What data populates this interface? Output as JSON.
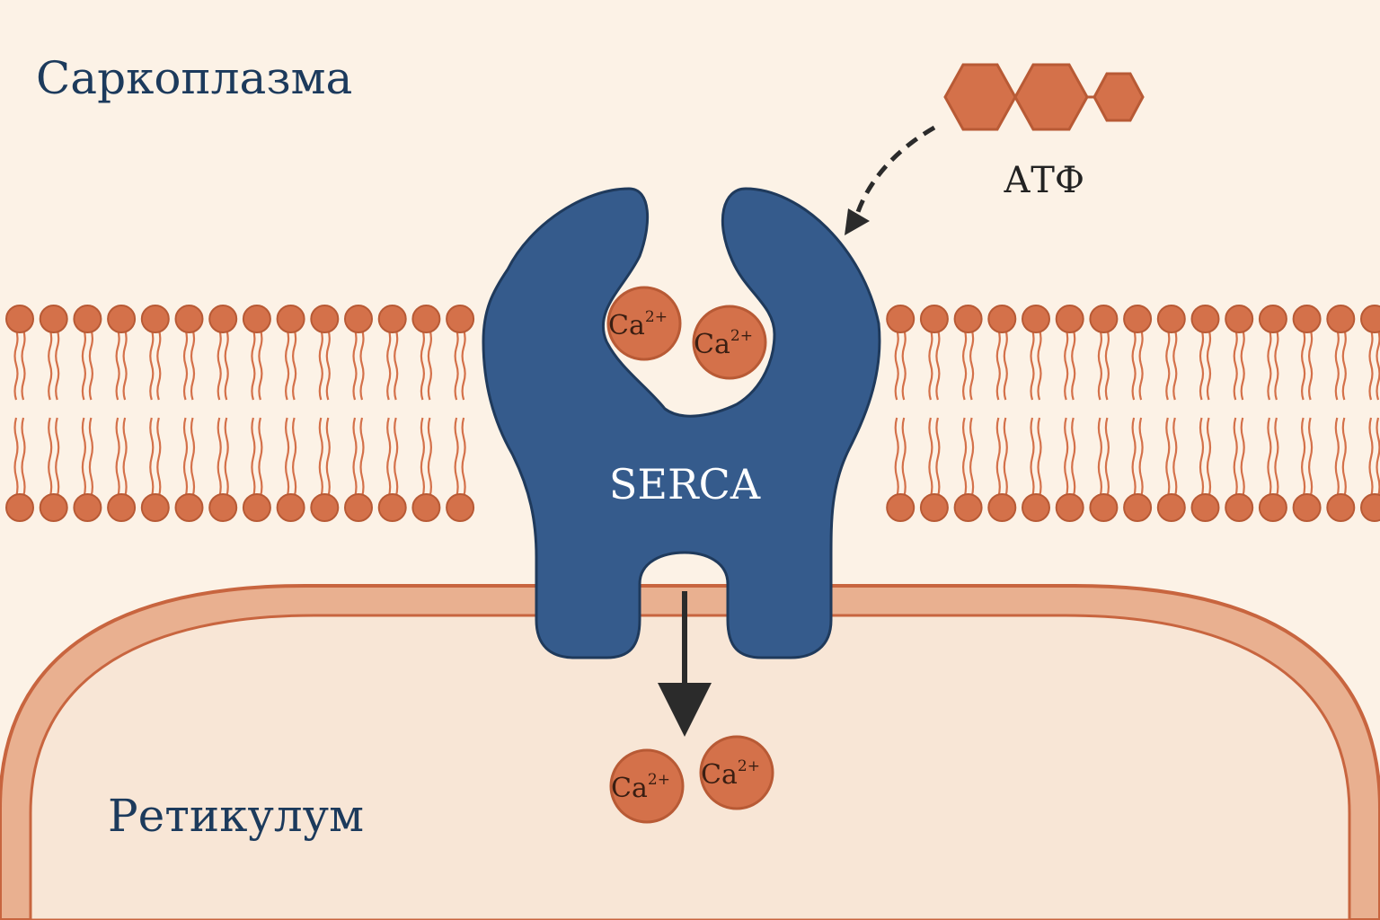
{
  "labels": {
    "sarcoplasm": "Саркоплазма",
    "reticulum": "Ретикулум",
    "atp": "АТФ",
    "pump": "SERCA"
  },
  "ions": {
    "symbol": "Ca",
    "charge": "2+",
    "bound_count": 2,
    "released_count": 2
  },
  "colors": {
    "background": "#fcf2e6",
    "membrane": "#d4714a",
    "membrane_stroke": "#b85a35",
    "protein": "#355b8c",
    "protein_stroke": "#1f3a5c",
    "reticulum_fill": "#f8e4d2",
    "reticulum_wall": "#e9b090",
    "text_dark": "#1c3a5c",
    "arrow": "#2b2b2b"
  }
}
